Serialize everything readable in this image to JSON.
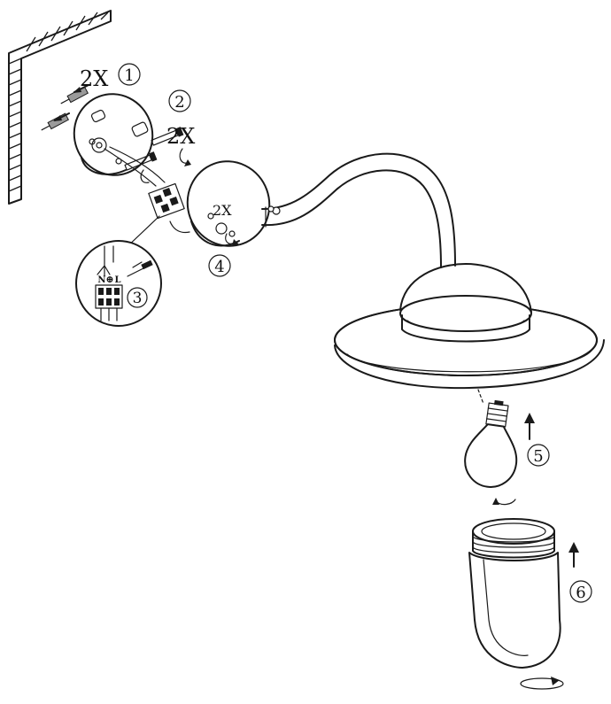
{
  "steps": {
    "step1": {
      "number": "1",
      "label": "2X",
      "icon": "screw-and-anchor-icon"
    },
    "step2": {
      "number": "2",
      "label": "2X",
      "icon": "screw-icon"
    },
    "step3": {
      "number": "3",
      "terminal_n": "N",
      "terminal_earth": "⊕",
      "terminal_l": "L",
      "icon": "wiring-terminal-icon"
    },
    "step4": {
      "number": "4",
      "label": "2X",
      "icon": "nut-icon"
    },
    "step5": {
      "number": "5",
      "icon": "light-bulb-icon"
    },
    "step6": {
      "number": "6",
      "icon": "glass-shade-icon"
    }
  },
  "colors": {
    "ink": "#1a1a1a",
    "background": "#ffffff",
    "wall_hatch": "#1a1a1a"
  }
}
